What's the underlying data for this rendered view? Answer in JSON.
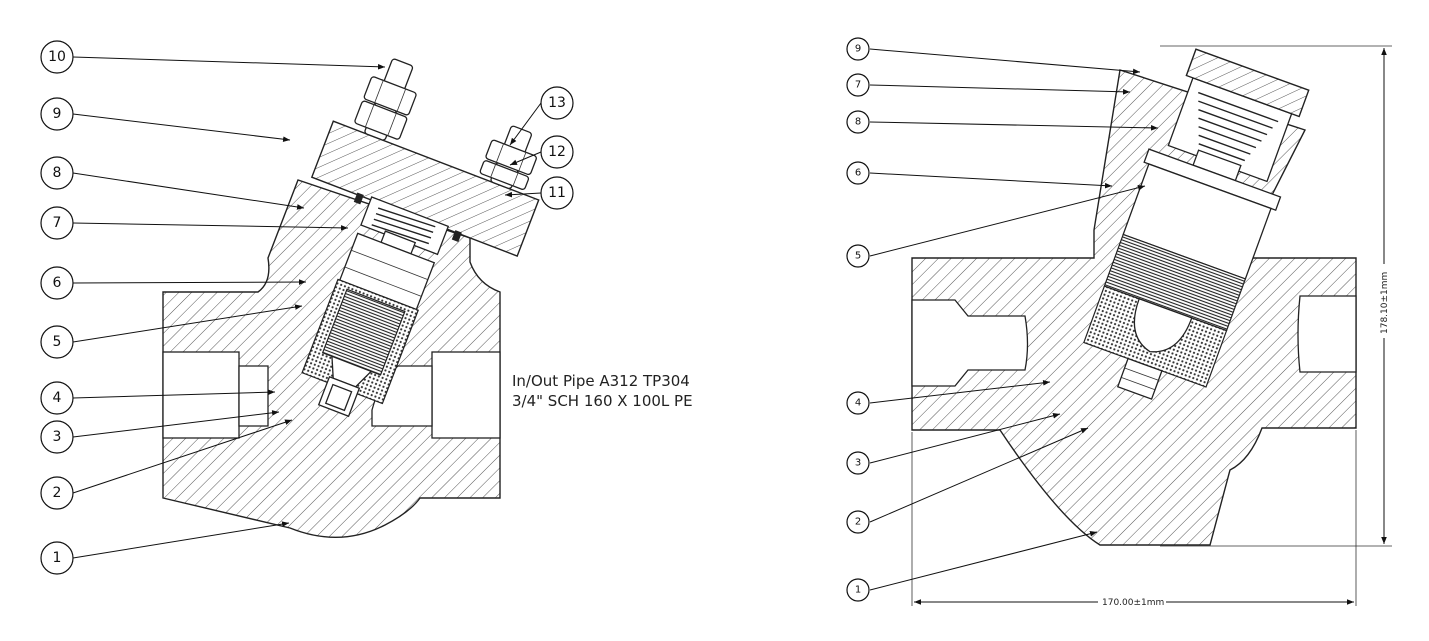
{
  "left_view": {
    "balloons": [
      "10",
      "9",
      "8",
      "7",
      "6",
      "5",
      "4",
      "3",
      "2",
      "1",
      "13",
      "12",
      "11"
    ],
    "note_lines": [
      "In/Out Pipe A312 TP304",
      "3/4\" SCH 160 X 100L PE"
    ]
  },
  "right_view": {
    "balloons": [
      "9",
      "7",
      "8",
      "6",
      "5",
      "4",
      "3",
      "2",
      "1"
    ],
    "dim_width": "170.00±1mm",
    "dim_height": "178.10±1mm"
  }
}
